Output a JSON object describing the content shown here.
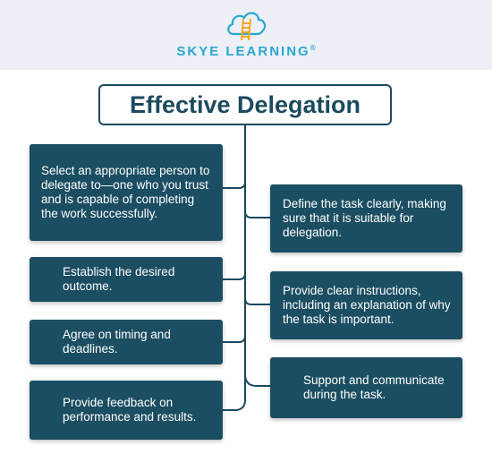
{
  "brand": {
    "name": "SKYE LEARNING",
    "registered_mark": "®",
    "colors": {
      "primary": "#2aa7cf",
      "accent": "#f5a623",
      "navy": "#1b4e62"
    }
  },
  "title": "Effective Delegation",
  "left_steps": [
    {
      "text": "Select an appropriate person to delegate to—one who you trust and is capable of completing the work successfully."
    },
    {
      "text": "Establish the desired outcome."
    },
    {
      "text": "Agree on timing and deadlines."
    },
    {
      "text": "Provide feedback on performance and results."
    }
  ],
  "right_steps": [
    {
      "text": "Define the task clearly, making sure that it is suitable for delegation."
    },
    {
      "text": "Provide clear instructions, including an explanation of why the task is important."
    },
    {
      "text": "Support and communicate during the task."
    }
  ]
}
